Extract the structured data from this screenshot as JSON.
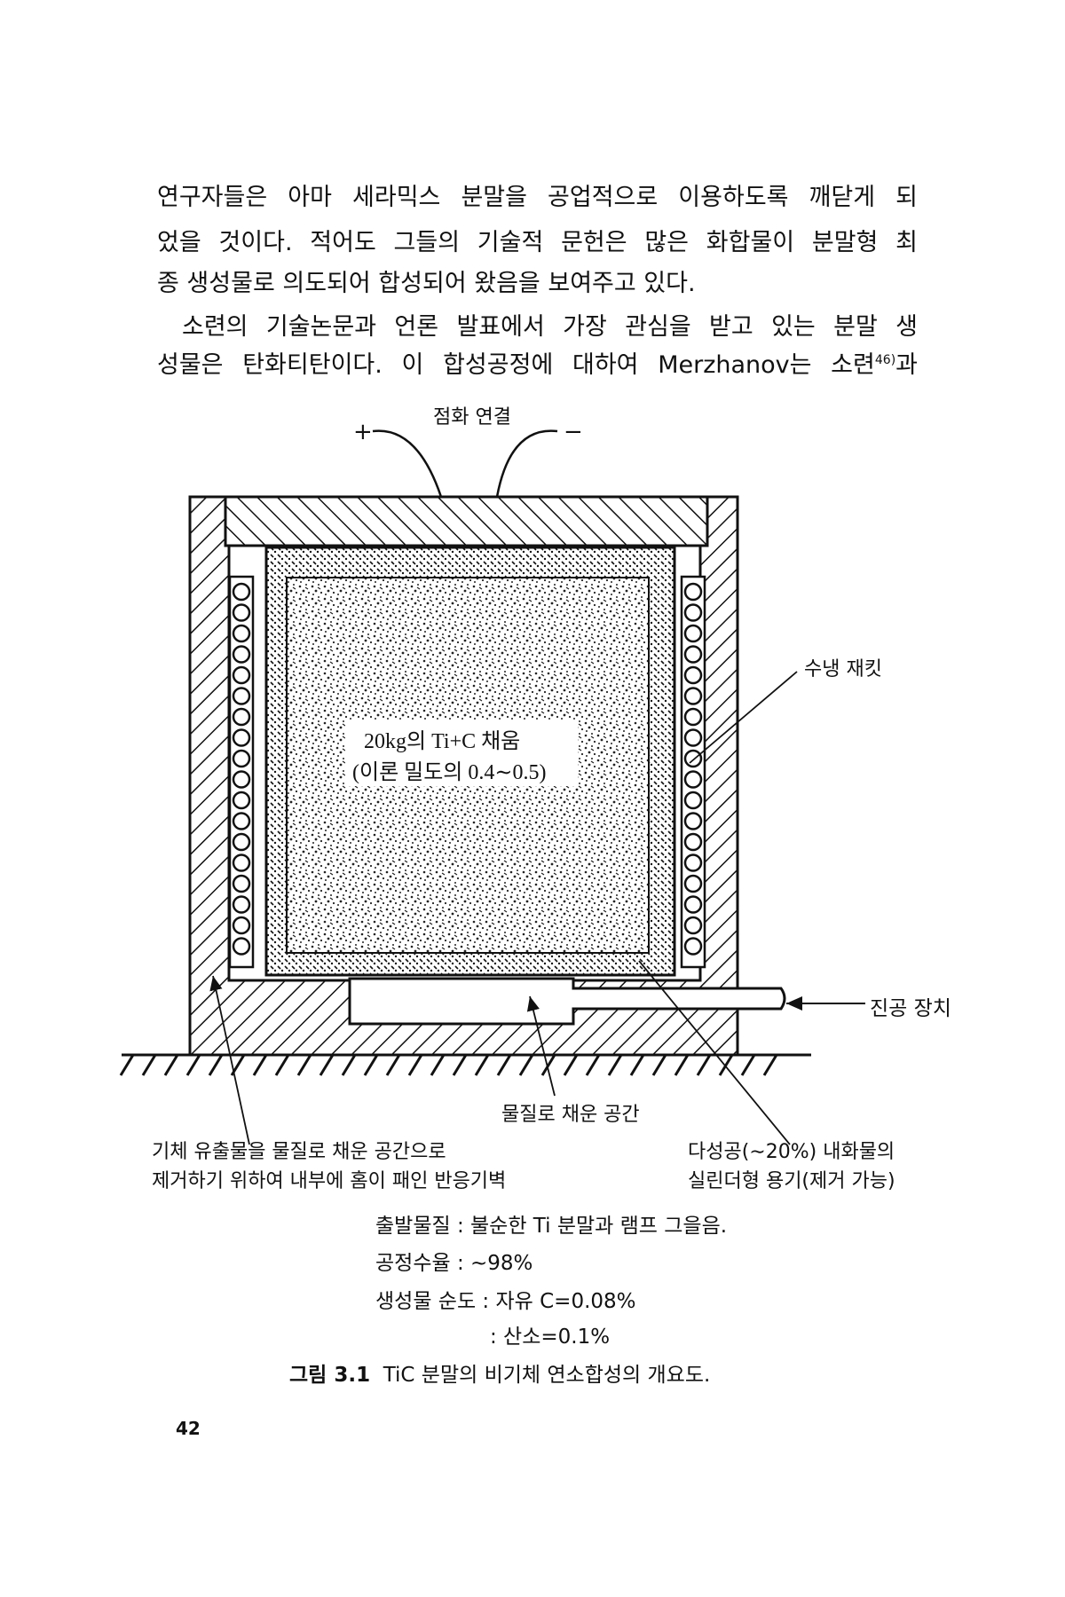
{
  "body_text": {
    "lines": [
      "연구자들은 아마 세라믹스 분말을 공업적으로 이용하도록 깨닫게 되",
      "었을 것이다. 적어도 그들의 기술적 문헌은 많은 화합물이 분말형 최",
      "종 생성물로 의도되어 합성되어 왔음을 보여주고 있다.",
      "소련의 기술논문과 언론 발표에서 가장 관심을 받고 있는 분말 생"
    ],
    "last_line_prefix": "성물은 탄화티탄이다. 이 합성공정에 대하여 Merzhanov는 소련",
    "last_line_ref": "46)",
    "last_line_suffix": "과"
  },
  "figure": {
    "ignition_label": "점화 연결",
    "plus": "+",
    "minus": "−",
    "charge_line1": "20kg의 Ti+C 채움",
    "charge_line2": "(이론 밀도의 0.4∼0.5)",
    "cooling_jacket": "수냉 재킷",
    "vacuum": "진공 장치",
    "filled_space": "물질로 채운 공간",
    "left_caption": [
      "기체 유출물을 물질로 채운 공간으로",
      "제거하기 위하여 내부에 홈이 패인 반응기벽"
    ],
    "right_caption": [
      "다성공(∼20%) 내화물의",
      "실린더형 용기(제거 가능)"
    ]
  },
  "process": {
    "starting": "출발물질 : 불순한 Ti 분말과 램프 그을음.",
    "yield": "공정수율 : ∼98%",
    "purity": "생성물 순도 : 자유 C=0.08%",
    "oxygen": ": 산소=0.1%"
  },
  "caption": {
    "number": "그림 3.1",
    "text": "TiC 분말의 비기체 연소합성의 개요도."
  },
  "page_number": "42"
}
